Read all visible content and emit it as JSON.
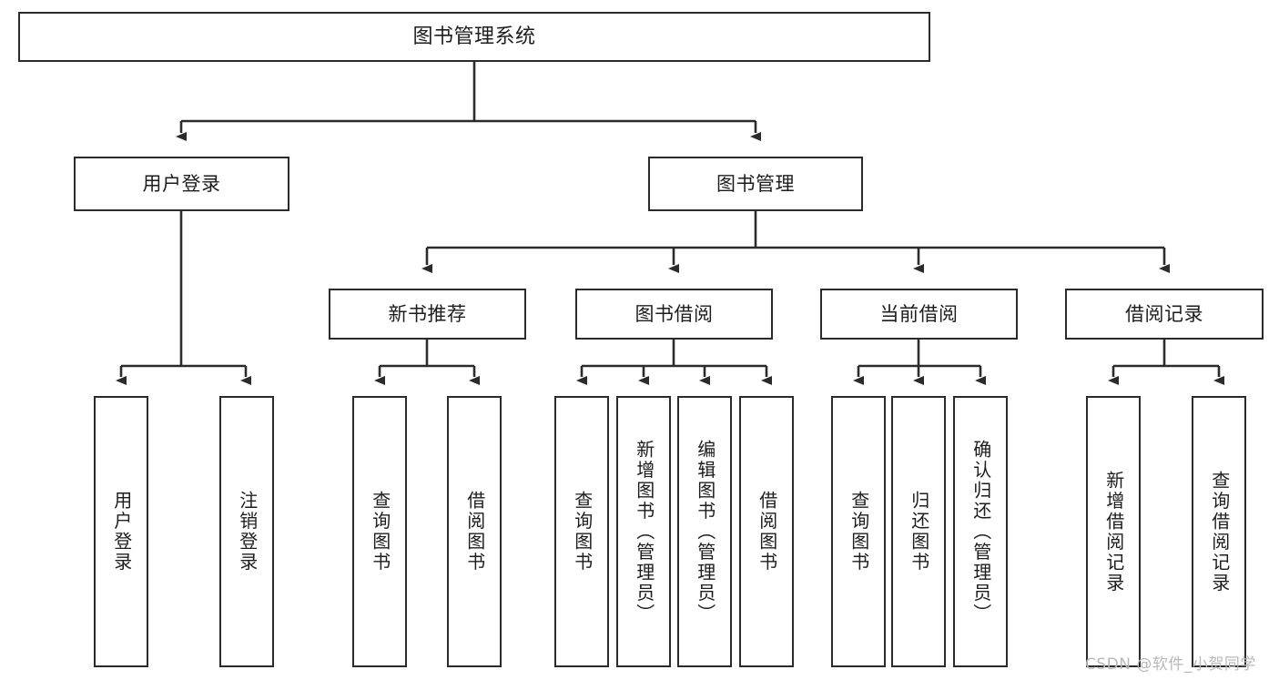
{
  "diagram": {
    "title": "图书管理系统",
    "colors": {
      "stroke": "#2b2b2b",
      "fill": "#ffffff",
      "text": "#1d1d1d",
      "watermark": "#b9b9b9",
      "background": "#ffffff"
    },
    "levels": {
      "root": {
        "label": "图书管理系统"
      },
      "level2": [
        {
          "label": "用户登录"
        },
        {
          "label": "图书管理"
        }
      ],
      "level3": [
        {
          "label": "新书推荐"
        },
        {
          "label": "图书借阅"
        },
        {
          "label": "当前借阅"
        },
        {
          "label": "借阅记录"
        }
      ],
      "level4": [
        {
          "label": "用户登录",
          "parent": "用户登录"
        },
        {
          "label": "注销登录",
          "parent": "用户登录"
        },
        {
          "label": "查询图书",
          "parent": "新书推荐"
        },
        {
          "label": "借阅图书",
          "parent": "新书推荐"
        },
        {
          "label": "查询图书",
          "parent": "图书借阅"
        },
        {
          "label": "新增图书（管理员）",
          "parent": "图书借阅"
        },
        {
          "label": "编辑图书（管理员）",
          "parent": "图书借阅"
        },
        {
          "label": "借阅图书",
          "parent": "图书借阅"
        },
        {
          "label": "查询图书",
          "parent": "当前借阅"
        },
        {
          "label": "归还图书",
          "parent": "当前借阅"
        },
        {
          "label": "确认归还（管理员）",
          "parent": "当前借阅"
        },
        {
          "label": "新增借阅记录",
          "parent": "借阅记录"
        },
        {
          "label": "查询借阅记录",
          "parent": "借阅记录"
        }
      ]
    },
    "watermark": "CSDN @软件_小贺同学"
  }
}
